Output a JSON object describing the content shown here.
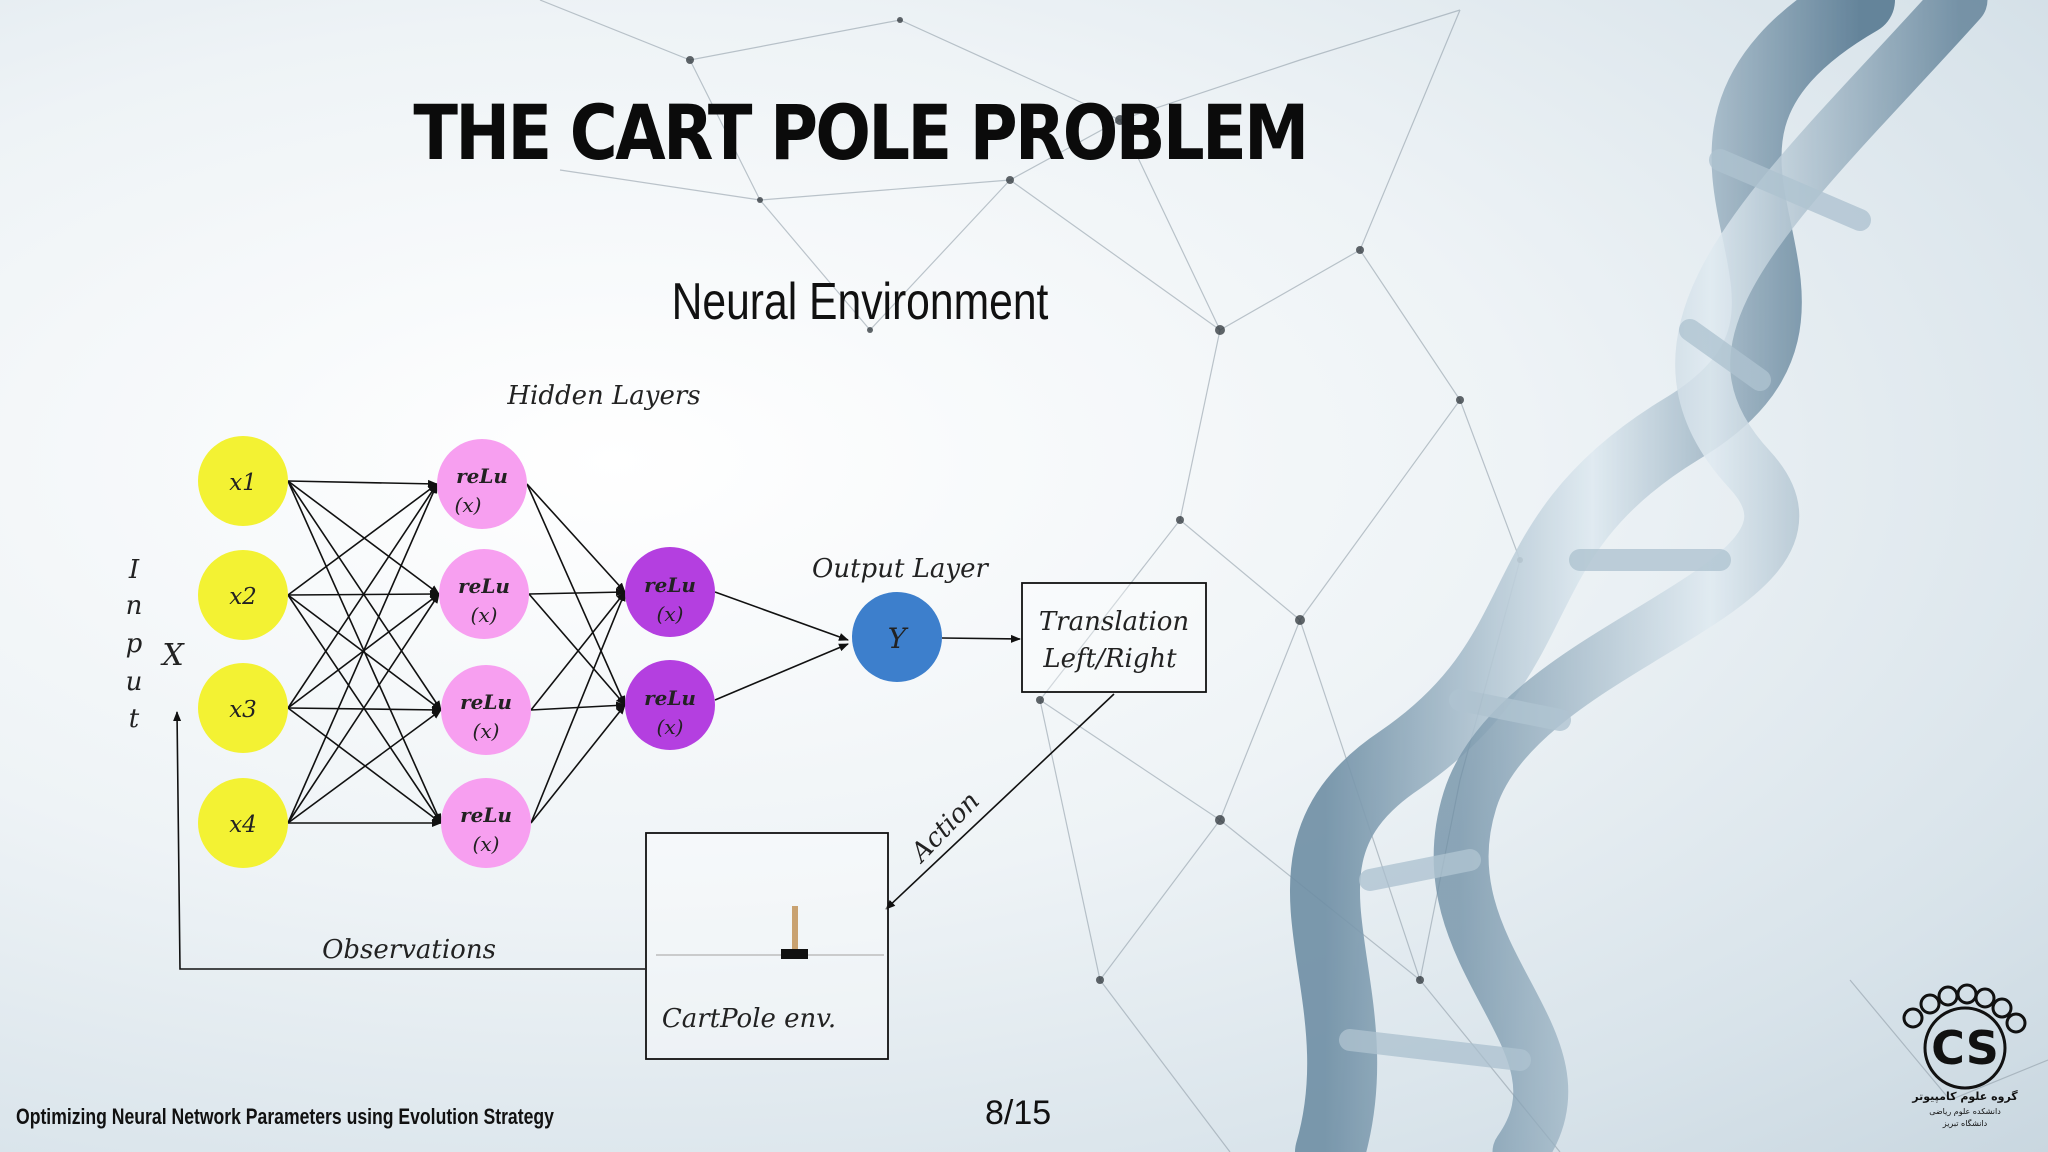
{
  "slide": {
    "title": "THE CART POLE PROBLEM",
    "subtitle": "Neural Environment",
    "footer": "Optimizing Neural Network Parameters using Evolution Strategy",
    "page": "8/15"
  },
  "diagram": {
    "hidden_layers_label": "Hidden Layers",
    "output_layer_label": "Output Layer",
    "input_label_letters": [
      "I",
      "n",
      "p",
      "u",
      "t"
    ],
    "input_var": "X",
    "inputs": [
      "x1",
      "x2",
      "x3",
      "x4"
    ],
    "hidden1": [
      [
        "reLu",
        "(x)"
      ],
      [
        "reLu",
        "(x)"
      ],
      [
        "reLu",
        "(x)"
      ],
      [
        "reLu",
        "(x)"
      ]
    ],
    "hidden2": [
      [
        "reLu",
        "(x)"
      ],
      [
        "reLu",
        "(x)"
      ]
    ],
    "output": "Y",
    "translation_box": [
      "Translation",
      "Left/Right"
    ],
    "action_label": "Action",
    "env_label": "CartPole env.",
    "observations_label": "Observations",
    "colors": {
      "input": "#f3f233",
      "hidden1": "#f79ff0",
      "hidden2": "#b43fe0",
      "output": "#3d7fcc"
    }
  },
  "logo": {
    "letters": "CS",
    "caption": [
      "گروه علوم کامپیوتر",
      "دانشکده علوم ریاضی",
      "دانشگاه تبریز"
    ]
  }
}
